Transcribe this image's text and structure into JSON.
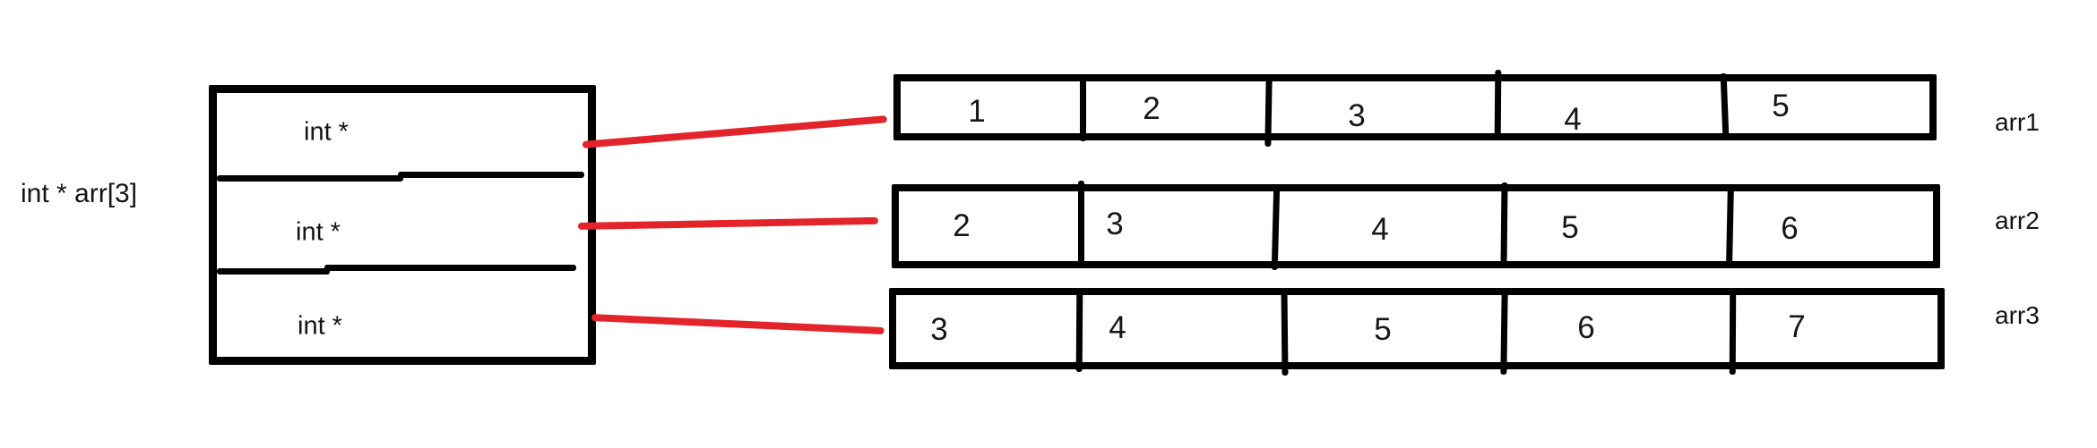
{
  "diagram": {
    "declaration_label": "int * arr[3]",
    "pointer_box": {
      "cells": [
        "int *",
        "int *",
        "int *"
      ]
    },
    "arrays": [
      {
        "name": "arr1",
        "values": [
          "1",
          "2",
          "3",
          "4",
          "5"
        ]
      },
      {
        "name": "arr2",
        "values": [
          "2",
          "3",
          "4",
          "5",
          "6"
        ]
      },
      {
        "name": "arr3",
        "values": [
          "3",
          "4",
          "5",
          "6",
          "7"
        ]
      }
    ],
    "colors": {
      "stroke": "#000000",
      "arrow": "#e3242b",
      "background": "#ffffff"
    }
  }
}
